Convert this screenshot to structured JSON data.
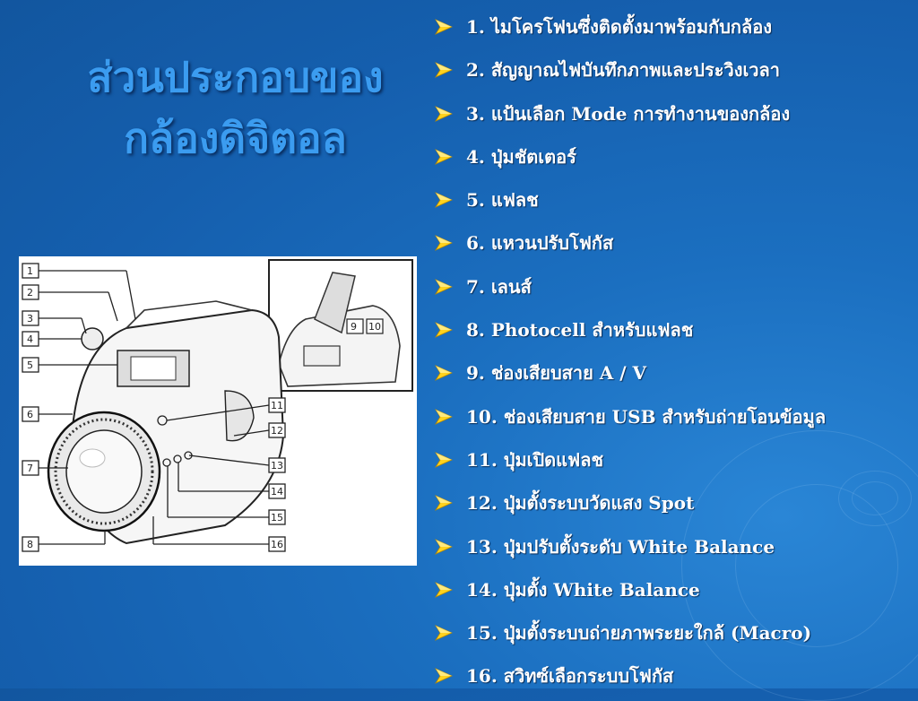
{
  "slide": {
    "title_lines": [
      "ส่วนประกอบของ",
      "กล้องดิจิตอล"
    ],
    "items": [
      "1.  ไมโครโฟนซึ่งติดตั้งมาพร้อมกับกล้อง",
      "2.   สัญญาณไฟบันทึกภาพและประวิงเวลา",
      "3.   แป้นเลือก  Mode  การทำงานของกล้อง",
      "4.   ปุ่มชัตเตอร์",
      "5.   แฟลช",
      "6.   แหวนปรับโฟกัส",
      "7.   เลนส์",
      "8.   Photocell  สำหรับแฟลช",
      "9.   ช่องเสียบสาย A / V",
      "10. ช่องเสียบสาย USB สำหรับถ่ายโอนข้อมูล",
      "11. ปุ่มเปิดแฟลช",
      "12. ปุ่มตั้งระบบวัดแสง  Spot",
      "13. ปุ่มปรับตั้งระดับ White  Balance",
      "14. ปุ่มตั้ง White  Balance",
      "15. ปุ่มตั้งระบบถ่ายภาพระยะใกล้ (Macro)",
      "16. สวิทซ์เลือกระบบโฟกัส"
    ],
    "bullet_icon": "arrowhead-bullet-icon",
    "diagram": {
      "icon": "camera-diagram-icon",
      "callouts": [
        "1",
        "2",
        "3",
        "4",
        "5",
        "6",
        "7",
        "8",
        "9",
        "10",
        "11",
        "12",
        "13",
        "14",
        "15",
        "16"
      ]
    },
    "colors": {
      "title": "#3b9cf0",
      "text": "#ffffff",
      "bullet": "#ffd21e",
      "background": "#1b6fc0"
    }
  }
}
